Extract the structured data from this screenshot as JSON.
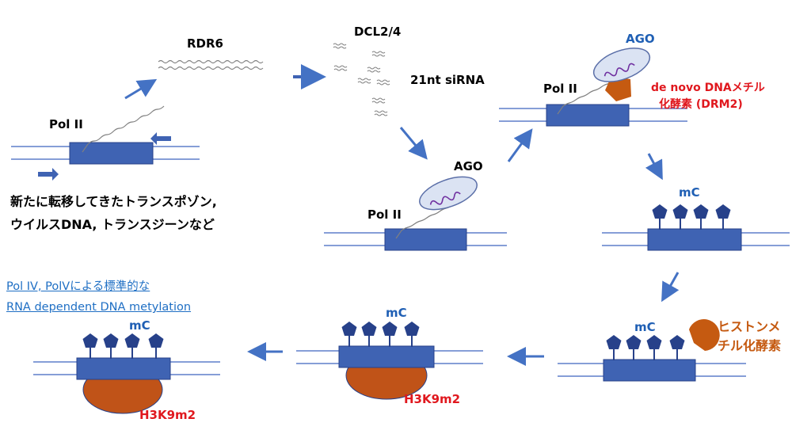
{
  "labels": {
    "rdr6": "RDR6",
    "dcl": "DCL2/4",
    "sirna": "21nt siRNA",
    "pol2_a": "Pol II",
    "pol2_b": "Pol II",
    "pol2_c": "Pol II",
    "ago_a": "AGO",
    "ago_b": "AGO",
    "denovo_line1": "de novo DNAメチル",
    "denovo_line2": "化酵素 (DRM2)",
    "mc_a": "mC",
    "mc_b": "mC",
    "mc_c": "mC",
    "mc_d": "mC",
    "histone_line1": "ヒストンメ",
    "histone_line2": "チル化酵素",
    "h3k9_a": "H3K9m2",
    "h3k9_b": "H3K9m2"
  },
  "description": {
    "line1": "新たに転移してきたトランスポゾン,",
    "line2": "ウイルスDNA, トランスジーンなど"
  },
  "link": {
    "line1": "Pol IV, PolVによる標準的な",
    "line2": "RNA dependent DNA metylation"
  },
  "colors": {
    "gene": "#3f63b3",
    "gene_edge": "#27418a",
    "arrow": "#4472c4",
    "dna_line": "#3d63bf",
    "ago_fill": "#dbe3f3",
    "ago_edge": "#5b6fa8",
    "rna_purple": "#7030a0",
    "enzyme": "#c55a11",
    "nucleosome": "#c05318",
    "label_blue": "#1f5fb4",
    "label_red": "#e0181e",
    "label_orange": "#c55a11",
    "pentagon": "#27418a"
  }
}
